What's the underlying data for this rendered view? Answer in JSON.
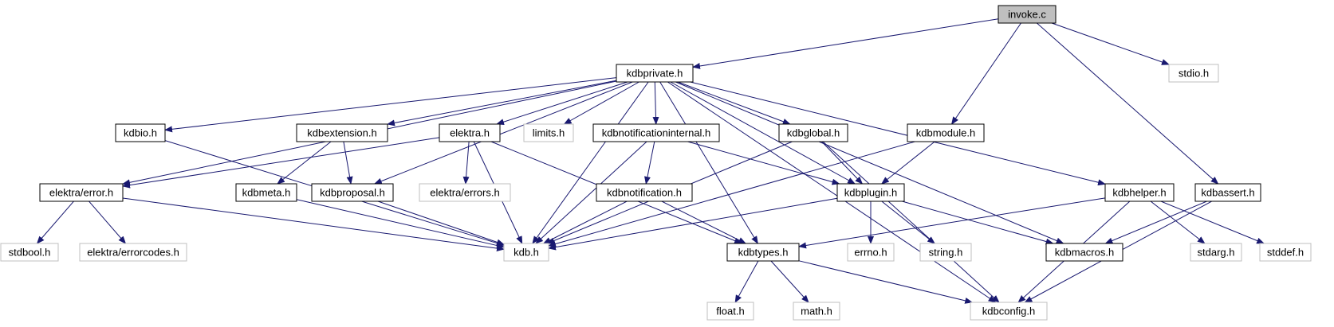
{
  "colors": {
    "edge": "#191970",
    "border_dark": "#000000",
    "border_light": "#bfbfbf",
    "root_fill": "#bfbfbf",
    "text_dark": "#000000",
    "text_light": "#7f7f7f"
  },
  "nodes": [
    {
      "id": "invoke_c",
      "label": "invoke.c",
      "style": "root"
    },
    {
      "id": "kdbprivate_h",
      "label": "kdbprivate.h",
      "style": "doc"
    },
    {
      "id": "stdio_h",
      "label": "stdio.h",
      "style": "sys"
    },
    {
      "id": "kdbio_h",
      "label": "kdbio.h",
      "style": "doc"
    },
    {
      "id": "kdbextension_h",
      "label": "kdbextension.h",
      "style": "doc"
    },
    {
      "id": "elektra_h",
      "label": "elektra.h",
      "style": "doc"
    },
    {
      "id": "limits_h",
      "label": "limits.h",
      "style": "sys"
    },
    {
      "id": "kdbnotificationinternal_h",
      "label": "kdbnotificationinternal.h",
      "style": "doc"
    },
    {
      "id": "kdbglobal_h",
      "label": "kdbglobal.h",
      "style": "doc"
    },
    {
      "id": "kdbmodule_h",
      "label": "kdbmodule.h",
      "style": "doc"
    },
    {
      "id": "elektra_error_h",
      "label": "elektra/error.h",
      "style": "doc"
    },
    {
      "id": "kdbmeta_h",
      "label": "kdbmeta.h",
      "style": "doc"
    },
    {
      "id": "kdbproposal_h",
      "label": "kdbproposal.h",
      "style": "doc"
    },
    {
      "id": "elektra_errors_h",
      "label": "elektra/errors.h",
      "style": "sys"
    },
    {
      "id": "kdbnotification_h",
      "label": "kdbnotification.h",
      "style": "doc"
    },
    {
      "id": "kdbplugin_h",
      "label": "kdbplugin.h",
      "style": "doc"
    },
    {
      "id": "kdbhelper_h",
      "label": "kdbhelper.h",
      "style": "doc"
    },
    {
      "id": "kdbassert_h",
      "label": "kdbassert.h",
      "style": "doc"
    },
    {
      "id": "stdbool_h",
      "label": "stdbool.h",
      "style": "sys"
    },
    {
      "id": "elektra_errorcodes_h",
      "label": "elektra/errorcodes.h",
      "style": "sys"
    },
    {
      "id": "kdb_h",
      "label": "kdb.h",
      "style": "sys"
    },
    {
      "id": "kdbtypes_h",
      "label": "kdbtypes.h",
      "style": "doc"
    },
    {
      "id": "errno_h",
      "label": "errno.h",
      "style": "sys"
    },
    {
      "id": "string_h",
      "label": "string.h",
      "style": "sys"
    },
    {
      "id": "kdbmacros_h",
      "label": "kdbmacros.h",
      "style": "doc"
    },
    {
      "id": "stdarg_h",
      "label": "stdarg.h",
      "style": "sys"
    },
    {
      "id": "stddef_h",
      "label": "stddef.h",
      "style": "sys"
    },
    {
      "id": "float_h",
      "label": "float.h",
      "style": "sys"
    },
    {
      "id": "math_h",
      "label": "math.h",
      "style": "sys"
    },
    {
      "id": "kdbconfig_h",
      "label": "kdbconfig.h",
      "style": "sys"
    }
  ],
  "edges": [
    {
      "from": "invoke_c",
      "to": "kdbprivate_h"
    },
    {
      "from": "invoke_c",
      "to": "stdio_h"
    },
    {
      "from": "invoke_c",
      "to": "kdbmodule_h"
    },
    {
      "from": "invoke_c",
      "to": "kdbassert_h"
    },
    {
      "from": "kdbprivate_h",
      "to": "kdbio_h"
    },
    {
      "from": "kdbprivate_h",
      "to": "kdbextension_h"
    },
    {
      "from": "kdbprivate_h",
      "to": "elektra_h"
    },
    {
      "from": "kdbprivate_h",
      "to": "limits_h"
    },
    {
      "from": "kdbprivate_h",
      "to": "kdbnotificationinternal_h"
    },
    {
      "from": "kdbprivate_h",
      "to": "kdbglobal_h"
    },
    {
      "from": "kdbprivate_h",
      "to": "elektra_error_h"
    },
    {
      "from": "kdbprivate_h",
      "to": "kdbproposal_h"
    },
    {
      "from": "kdbprivate_h",
      "to": "kdb_h"
    },
    {
      "from": "kdbprivate_h",
      "to": "kdbtypes_h"
    },
    {
      "from": "kdbprivate_h",
      "to": "kdbplugin_h"
    },
    {
      "from": "kdbprivate_h",
      "to": "kdbmacros_h"
    },
    {
      "from": "kdbprivate_h",
      "to": "kdbhelper_h"
    },
    {
      "from": "kdbprivate_h",
      "to": "kdbconfig_h"
    },
    {
      "from": "kdbio_h",
      "to": "kdb_h"
    },
    {
      "from": "kdbextension_h",
      "to": "kdbmeta_h"
    },
    {
      "from": "kdbextension_h",
      "to": "kdbproposal_h"
    },
    {
      "from": "elektra_h",
      "to": "elektra_error_h"
    },
    {
      "from": "elektra_h",
      "to": "elektra_errors_h"
    },
    {
      "from": "elektra_h",
      "to": "kdb_h"
    },
    {
      "from": "elektra_h",
      "to": "kdbtypes_h"
    },
    {
      "from": "kdbnotificationinternal_h",
      "to": "kdbnotification_h"
    },
    {
      "from": "kdbnotificationinternal_h",
      "to": "kdb_h"
    },
    {
      "from": "kdbnotificationinternal_h",
      "to": "kdbplugin_h"
    },
    {
      "from": "kdbglobal_h",
      "to": "kdbplugin_h"
    },
    {
      "from": "kdbglobal_h",
      "to": "kdb_h"
    },
    {
      "from": "kdbglobal_h",
      "to": "kdbconfig_h"
    },
    {
      "from": "kdbmodule_h",
      "to": "kdbplugin_h"
    },
    {
      "from": "kdbmodule_h",
      "to": "kdb_h"
    },
    {
      "from": "elektra_error_h",
      "to": "stdbool_h"
    },
    {
      "from": "elektra_error_h",
      "to": "elektra_errorcodes_h"
    },
    {
      "from": "elektra_error_h",
      "to": "kdb_h"
    },
    {
      "from": "kdbmeta_h",
      "to": "kdb_h"
    },
    {
      "from": "kdbproposal_h",
      "to": "kdb_h"
    },
    {
      "from": "kdbnotification_h",
      "to": "kdb_h"
    },
    {
      "from": "kdbnotification_h",
      "to": "kdbtypes_h"
    },
    {
      "from": "kdbplugin_h",
      "to": "kdb_h"
    },
    {
      "from": "kdbplugin_h",
      "to": "errno_h"
    },
    {
      "from": "kdbplugin_h",
      "to": "string_h"
    },
    {
      "from": "kdbplugin_h",
      "to": "kdbmacros_h"
    },
    {
      "from": "kdbhelper_h",
      "to": "kdbtypes_h"
    },
    {
      "from": "kdbhelper_h",
      "to": "stdarg_h"
    },
    {
      "from": "kdbhelper_h",
      "to": "stddef_h"
    },
    {
      "from": "kdbhelper_h",
      "to": "kdbconfig_h"
    },
    {
      "from": "kdbassert_h",
      "to": "kdbmacros_h"
    },
    {
      "from": "kdbassert_h",
      "to": "kdbconfig_h"
    },
    {
      "from": "kdbtypes_h",
      "to": "float_h"
    },
    {
      "from": "kdbtypes_h",
      "to": "math_h"
    },
    {
      "from": "kdbtypes_h",
      "to": "kdbconfig_h"
    }
  ]
}
